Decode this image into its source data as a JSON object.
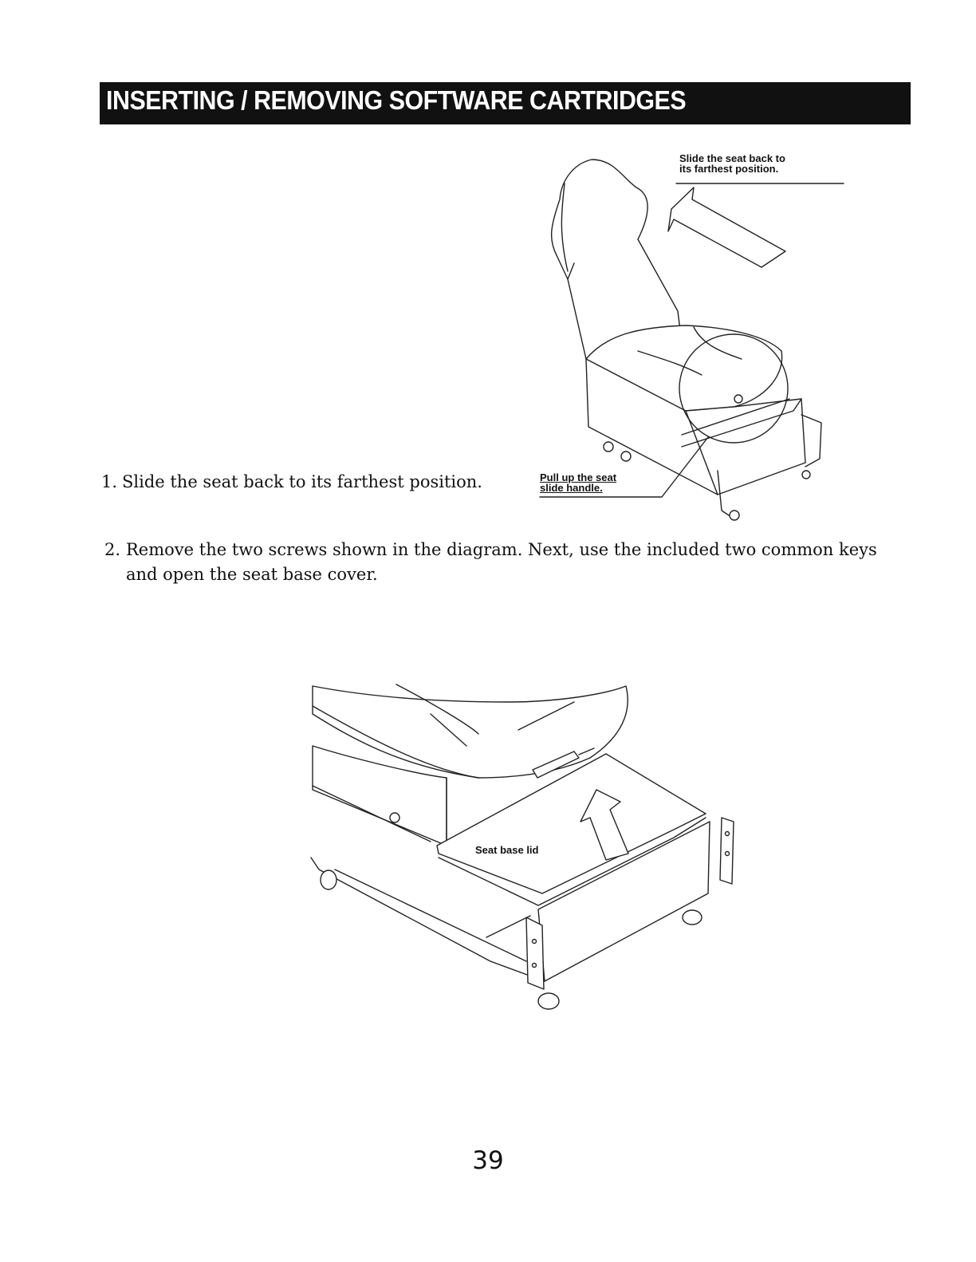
{
  "header": {
    "title": "INSERTING / REMOVING SOFTWARE CARTRIDGES"
  },
  "steps": [
    {
      "number": "1.",
      "text": "Slide the seat back to its farthest position."
    },
    {
      "number": "2.",
      "text": "Remove the two screws shown in the diagram. Next, use the included two common keys and open the seat base cover."
    }
  ],
  "figure1": {
    "callout_slide": "Slide the seat back to\nits farthest position.",
    "callout_pull": "Pull up the seat\nslide handle."
  },
  "figure2": {
    "callout_lid": "Seat base lid"
  },
  "page_number": "39"
}
